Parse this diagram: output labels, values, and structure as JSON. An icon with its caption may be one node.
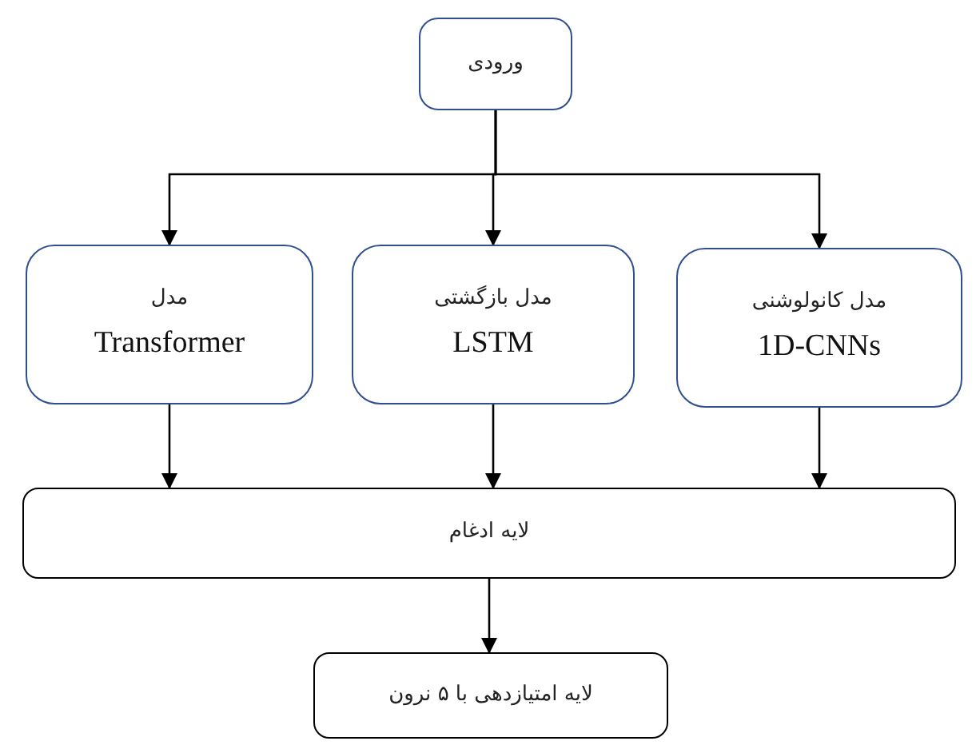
{
  "diagram": {
    "nodes": [
      {
        "text": [
          "ورودی"
        ]
      },
      {
        "text": [
          "مدل",
          "Transformer"
        ]
      },
      {
        "text": [
          "مدل بازگشتی",
          "LSTM"
        ]
      },
      {
        "text": [
          "مدل کانولوشنی",
          "1D-CNNs"
        ]
      },
      {
        "text": [
          "لایه ادغام"
        ]
      },
      {
        "text": [
          "لایه امتیازدهی با ۵ نرون"
        ]
      }
    ],
    "edges": [
      {
        "from": 0,
        "to": 1,
        "arrow": "to"
      },
      {
        "from": 0,
        "to": 2,
        "arrow": "to"
      },
      {
        "from": 0,
        "to": 3,
        "arrow": "to"
      },
      {
        "from": 1,
        "to": 4,
        "arrow": "to"
      },
      {
        "from": 2,
        "to": 4,
        "arrow": "to"
      },
      {
        "from": 3,
        "to": 4,
        "arrow": "to"
      },
      {
        "from": 4,
        "to": 5,
        "arrow": "to"
      }
    ]
  }
}
